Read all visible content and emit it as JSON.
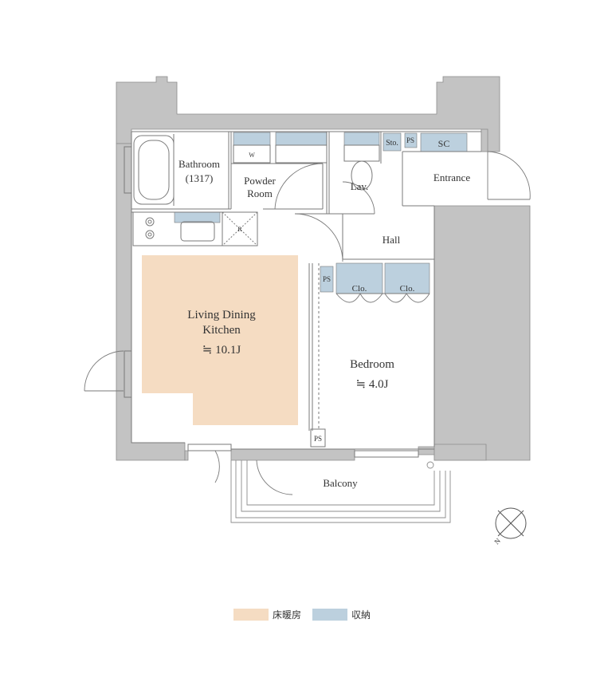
{
  "colors": {
    "wall": "#c3c3c3",
    "wall_stroke": "#8c8c8c",
    "line": "#7a7a7a",
    "floor_heating": "#f5dcc2",
    "storage": "#bcd0de",
    "text": "#333333"
  },
  "rooms": {
    "bathroom": {
      "name": "Bathroom",
      "size": "(1317)"
    },
    "powder_room": {
      "line1": "Powder",
      "line2": "Room"
    },
    "lavatory": "Lav.",
    "storage": "Sto.",
    "pipe_space": "PS",
    "shoe_closet": "SC",
    "entrance": "Entrance",
    "hall": "Hall",
    "ldk": {
      "line1": "Living Dining",
      "line2": "Kitchen",
      "size": "≒ 10.1J"
    },
    "bedroom": {
      "name": "Bedroom",
      "size": "≒ 4.0J"
    },
    "closet": "Clo.",
    "balcony": "Balcony",
    "washer": "W",
    "refrigerator": "R"
  },
  "compass": {
    "label": "N",
    "icon": "north-compass-icon"
  },
  "legend": {
    "floor_heating": "床暖房",
    "storage": "収納"
  }
}
